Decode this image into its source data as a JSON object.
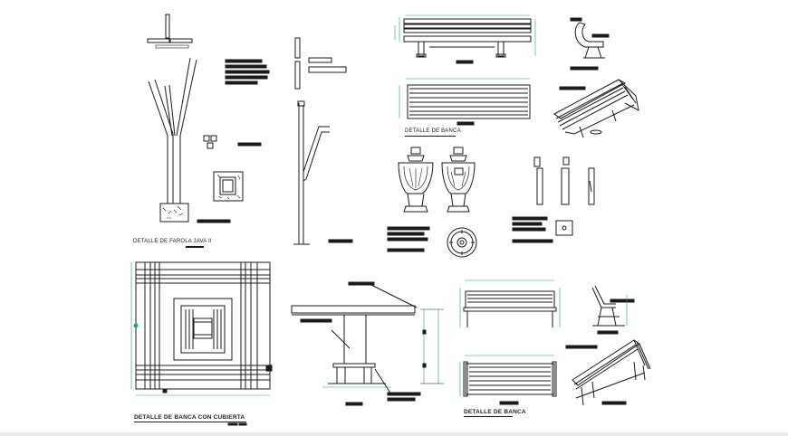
{
  "labels": {
    "farola": "DETALLE DE FAROLA JAVA II",
    "banca_top": "DETALLE DE BANCA",
    "banca_cubierta": "DETALLE DE BANCA CON CUBIERTA",
    "banca_bottom": "DETALLE DE BANCA"
  },
  "colors": {
    "line": "#1a1a1a",
    "dimension": "#1aa37a",
    "background": "#ffffff"
  }
}
